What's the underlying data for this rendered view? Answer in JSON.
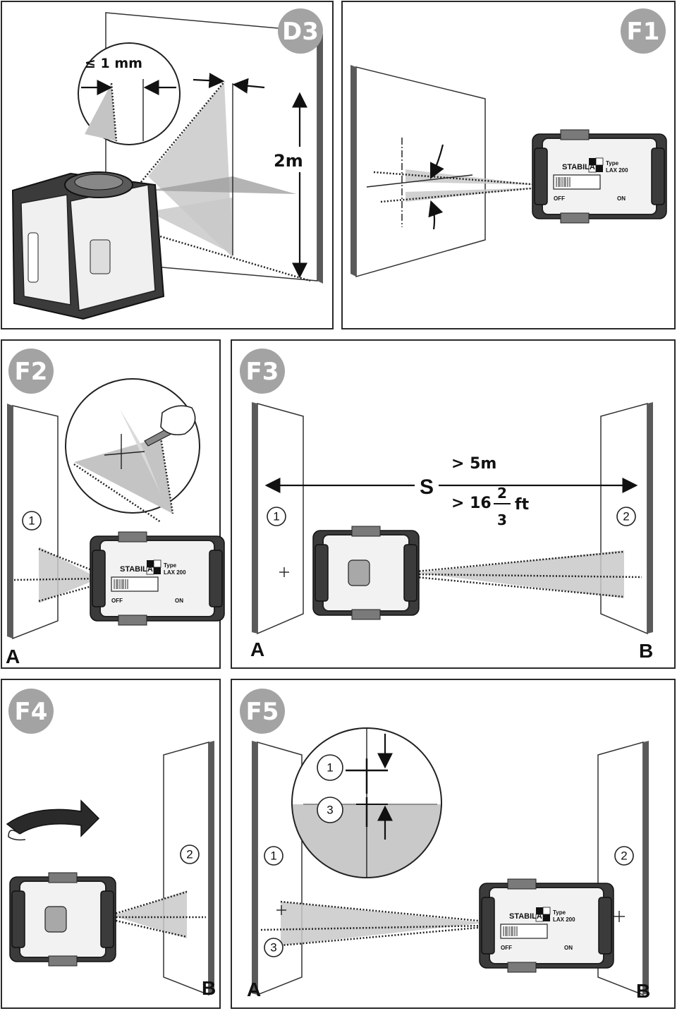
{
  "panels": {
    "d3": {
      "badge": "D3",
      "tolerance": "≤ 1 mm",
      "height": "2m"
    },
    "f1": {
      "badge": "F1"
    },
    "f2": {
      "badge": "F2",
      "wall_a_label": "A",
      "mark_1": "1"
    },
    "f3": {
      "badge": "F3",
      "distance_symbol": "S",
      "distance_metric": "> 5m",
      "distance_imperial_prefix": "> 16",
      "fraction_num": "2",
      "fraction_den": "3",
      "distance_unit": "ft",
      "wall_a_label": "A",
      "wall_b_label": "B",
      "mark_1": "1",
      "mark_2": "2"
    },
    "f4": {
      "badge": "F4",
      "wall_b_label": "B",
      "mark_2": "2"
    },
    "f5": {
      "badge": "F5",
      "wall_a_label": "A",
      "wall_b_label": "B",
      "mark_1": "1",
      "mark_2": "2",
      "mark_3": "3",
      "zoom_mark_1": "1",
      "zoom_mark_3": "3"
    }
  },
  "device": {
    "brand": "STABILA",
    "type_label": "Type",
    "model": "LAX 200",
    "off_label": "OFF",
    "on_label": "ON"
  },
  "colors": {
    "frame": "#2a2a2a",
    "badge": "#a3a3a3",
    "beam": "#c9c9c9",
    "wall_edge": "#5a5a5a"
  }
}
